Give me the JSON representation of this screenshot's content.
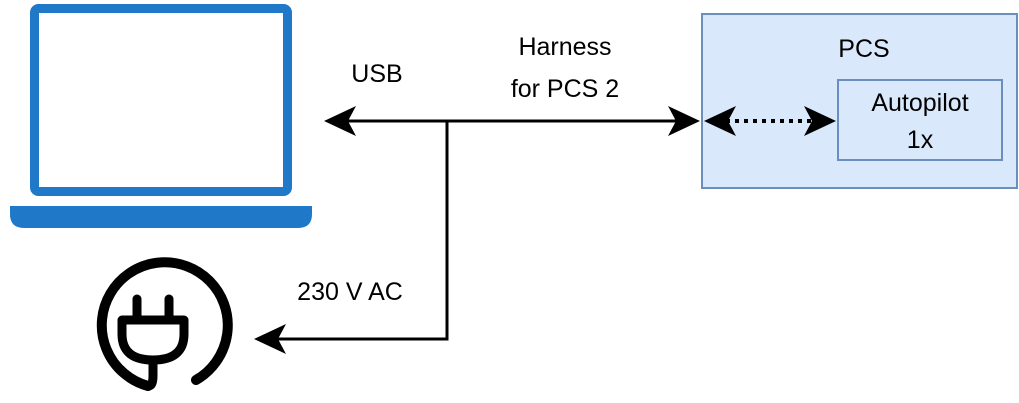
{
  "labels": {
    "usb": "USB",
    "harness_line1": "Harness",
    "harness_line2": "for PCS 2",
    "power": "230 V AC"
  },
  "pcs": {
    "title": "PCS",
    "autopilot_line1": "Autopilot",
    "autopilot_line2": "1x"
  },
  "icons": {
    "laptop": "laptop-icon",
    "power_plug": "power-plug-icon"
  },
  "colors": {
    "laptop_blue": "#1f78c8",
    "pcs_fill": "#dae8fc",
    "pcs_stroke": "#6c8ebf",
    "line": "#000000"
  }
}
